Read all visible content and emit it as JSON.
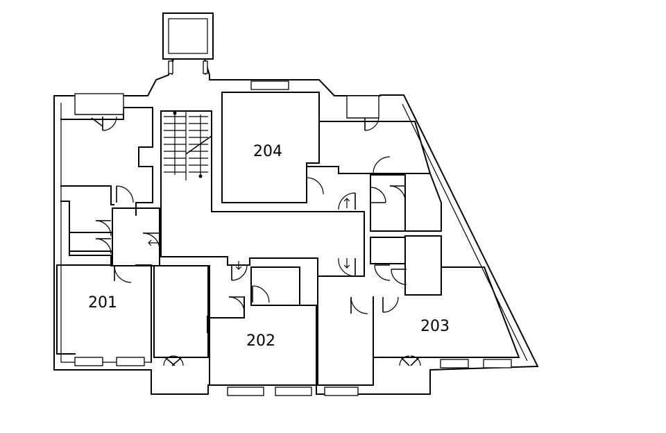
{
  "rooms": [
    {
      "id": "201",
      "label": "201"
    },
    {
      "id": "202",
      "label": "202"
    },
    {
      "id": "203",
      "label": "203"
    },
    {
      "id": "204",
      "label": "204"
    }
  ],
  "colors": {
    "line": "#000000",
    "background": "#ffffff"
  }
}
